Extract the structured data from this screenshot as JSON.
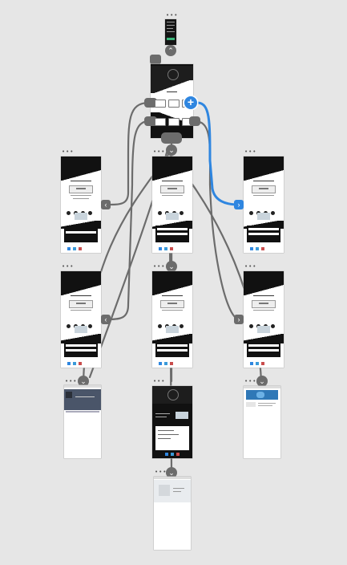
{
  "canvas": {
    "background": "#e6e6e6"
  },
  "colors": {
    "connector": "#6c6c6c",
    "active_connector": "#2f86e0",
    "dark": "#111111"
  },
  "artboards": [
    {
      "id": "ab-phone",
      "kind": "phone-small"
    },
    {
      "id": "ab-home",
      "kind": "home"
    },
    {
      "id": "ab-l1",
      "kind": "page"
    },
    {
      "id": "ab-c1",
      "kind": "page"
    },
    {
      "id": "ab-r1",
      "kind": "page"
    },
    {
      "id": "ab-l2",
      "kind": "page"
    },
    {
      "id": "ab-c2",
      "kind": "page"
    },
    {
      "id": "ab-r2",
      "kind": "page"
    },
    {
      "id": "ab-l3",
      "kind": "web-preview"
    },
    {
      "id": "ab-c3",
      "kind": "page-dark"
    },
    {
      "id": "ab-r3",
      "kind": "web-preview"
    },
    {
      "id": "ab-c4",
      "kind": "map-preview"
    }
  ],
  "icons": {
    "more": "more-icon",
    "add": "plus-icon",
    "arrow_left": "chevron-left-icon",
    "arrow_right": "chevron-right-icon",
    "arrow_down": "chevron-down-icon",
    "image": "image-icon"
  },
  "glyphs": {
    "more": "• • •",
    "plus": "+",
    "left": "‹",
    "right": "›",
    "down": "⌄"
  }
}
